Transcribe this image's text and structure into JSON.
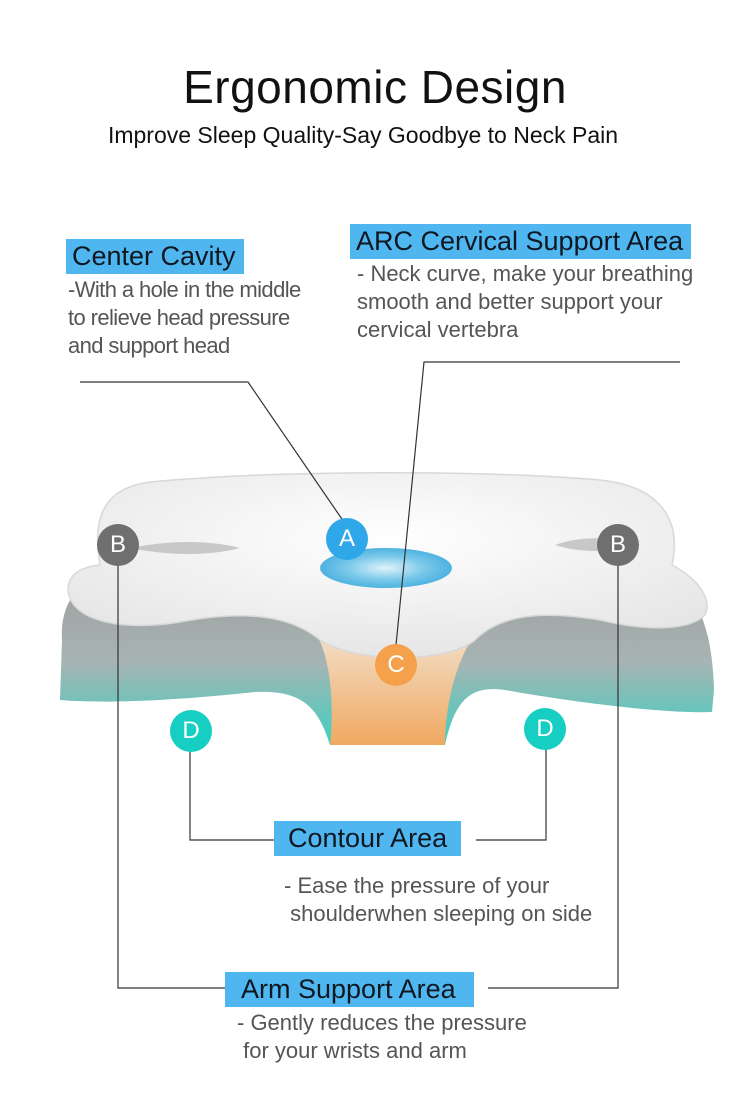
{
  "header": {
    "title": "Ergonomic Design",
    "subtitle": "Improve Sleep  Quality-Say Goodbye to Neck Pain"
  },
  "callouts": {
    "center_cavity": {
      "label": "Center Cavity",
      "lines": [
        "-With a hole in the middle",
        "to relieve head pressure",
        "and support head"
      ]
    },
    "arc_support": {
      "label": "ARC Cervical Support Area",
      "lines": [
        "- Neck curve, make your breathing",
        "smooth and better support your",
        "cervical vertebra"
      ]
    },
    "contour": {
      "label": "Contour Area",
      "lines": [
        "- Ease the pressure of your",
        " shoulderwhen sleeping on side"
      ]
    },
    "arm_support": {
      "label": "Arm Support Area",
      "lines": [
        "- Gently reduces the pressure",
        " for your wrists and arm"
      ]
    }
  },
  "badges": {
    "a": "A",
    "b_left": "B",
    "b_right": "B",
    "c": "C",
    "d_left": "D",
    "d_right": "D"
  },
  "colors": {
    "label_bg": "#4fb6f0",
    "badge_a": "#2ea8e8",
    "badge_b": "#6f6f6f",
    "badge_c": "#f5a04a",
    "badge_d": "#16cfc2"
  }
}
